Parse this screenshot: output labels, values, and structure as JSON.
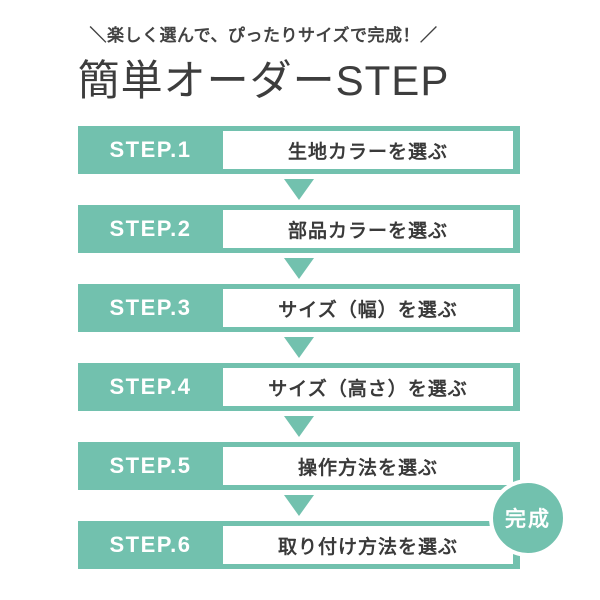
{
  "colors": {
    "accent": "#72c1ae",
    "text_dark": "#3d3d3d",
    "white": "#ffffff"
  },
  "header": {
    "tagline": "＼楽しく選んで、ぴったりサイズで完成！／",
    "title": "簡単オーダーSTEP"
  },
  "steps": [
    {
      "label": "STEP.1",
      "description": "生地カラーを選ぶ"
    },
    {
      "label": "STEP.2",
      "description": "部品カラーを選ぶ"
    },
    {
      "label": "STEP.3",
      "description": "サイズ（幅）を選ぶ"
    },
    {
      "label": "STEP.4",
      "description": "サイズ（高さ）を選ぶ"
    },
    {
      "label": "STEP.5",
      "description": "操作方法を選ぶ"
    },
    {
      "label": "STEP.6",
      "description": "取り付け方法を選ぶ"
    }
  ],
  "completion_badge": {
    "label": "完成"
  }
}
